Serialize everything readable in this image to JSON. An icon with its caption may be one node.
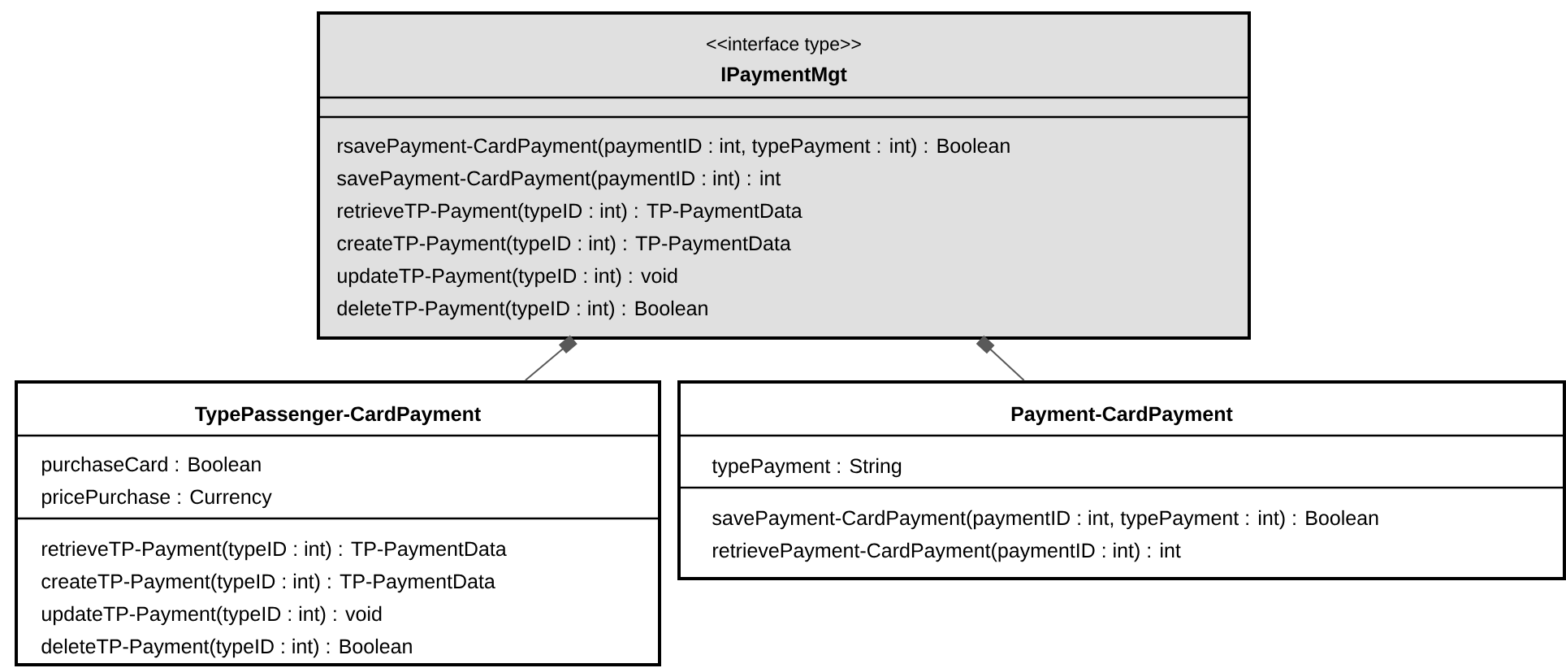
{
  "diagram": {
    "nodes": [
      {
        "text": [
          "<<interface type>>",
          "IPaymentMgt",
          "rsavePayment-CardPayment(paymentID : int, typePayment : int) : Boolean",
          "savePayment-CardPayment(paymentID : int) : int",
          "retrieveTP-Payment(typeID : int) : TP-PaymentData",
          "createTP-Payment(typeID : int) : TP-PaymentData",
          "updateTP-Payment(typeID : int) : void",
          "deleteTP-Payment(typeID : int) : Boolean"
        ]
      },
      {
        "text": [
          "TypePassenger-CardPayment",
          "purchaseCard : Boolean",
          "pricePurchase : Currency",
          "retrieveTP-Payment(typeID : int) : TP-PaymentData",
          "createTP-Payment(typeID : int) : TP-PaymentData",
          "updateTP-Payment(typeID : int) : void",
          "deleteTP-Payment(typeID : int) : Boolean"
        ]
      },
      {
        "text": [
          "Payment-CardPayment",
          "typePayment : String",
          "savePayment-CardPayment(paymentID : int, typePayment : int) : Boolean",
          "retrievePayment-CardPayment(paymentID : int) : int"
        ]
      }
    ],
    "edges": [
      {
        "from": 1,
        "to": 0,
        "arrow": "other"
      },
      {
        "from": 2,
        "to": 0,
        "arrow": "other"
      }
    ]
  }
}
